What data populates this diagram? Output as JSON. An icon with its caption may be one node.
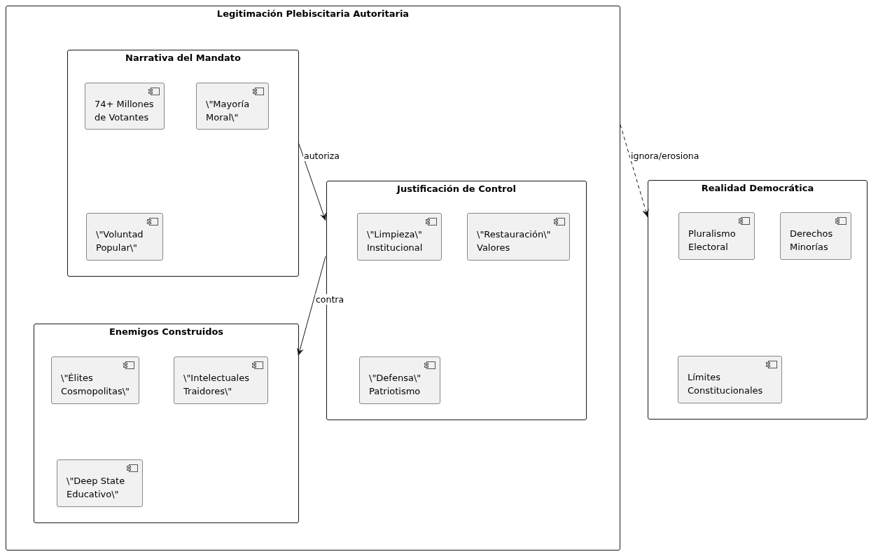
{
  "diagram": {
    "nodes": [
      {
        "text": [
          "Legitimación Plebiscitaria Autoritaria"
        ]
      },
      {
        "text": [
          "Narrativa del Mandato"
        ],
        "in": 0
      },
      {
        "text": [
          "74+ Millones de Votantes"
        ],
        "in": 1
      },
      {
        "text": [
          "\\\"Mayoría Moral\\\""
        ],
        "in": 1
      },
      {
        "text": [
          "\\\"Voluntad Popular\\\""
        ],
        "in": 1
      },
      {
        "text": [
          "Justificación de Control"
        ],
        "in": 0
      },
      {
        "text": [
          "\\\"Limpieza\\\" Institucional"
        ],
        "in": 5
      },
      {
        "text": [
          "\\\"Restauración\\\" Valores"
        ],
        "in": 5
      },
      {
        "text": [
          "\\\"Defensa\\\" Patriotismo"
        ],
        "in": 5
      },
      {
        "text": [
          "Enemigos Construidos"
        ],
        "in": 0
      },
      {
        "text": [
          "\\\"Élites Cosmopolitas\\\""
        ],
        "in": 9
      },
      {
        "text": [
          "\\\"Intelectuales Traidores\\\""
        ],
        "in": 9
      },
      {
        "text": [
          "\\\"Deep State Educativo\\\""
        ],
        "in": 9
      },
      {
        "text": [
          "Realidad Democrática"
        ]
      },
      {
        "text": [
          "Pluralismo Electoral"
        ],
        "in": 13
      },
      {
        "text": [
          "Derechos Minorías"
        ],
        "in": 13
      },
      {
        "text": [
          "Límites Constitucionales"
        ],
        "in": 13
      }
    ],
    "edges": [
      {
        "from": 1,
        "to": 5,
        "arrow": "to",
        "label": "autoriza"
      },
      {
        "from": 5,
        "to": 9,
        "arrow": "to",
        "label": "contra"
      },
      {
        "from": 0,
        "to": 13,
        "arrow": "to",
        "label": "ignora/erosiona",
        "style": "dashed"
      }
    ]
  }
}
